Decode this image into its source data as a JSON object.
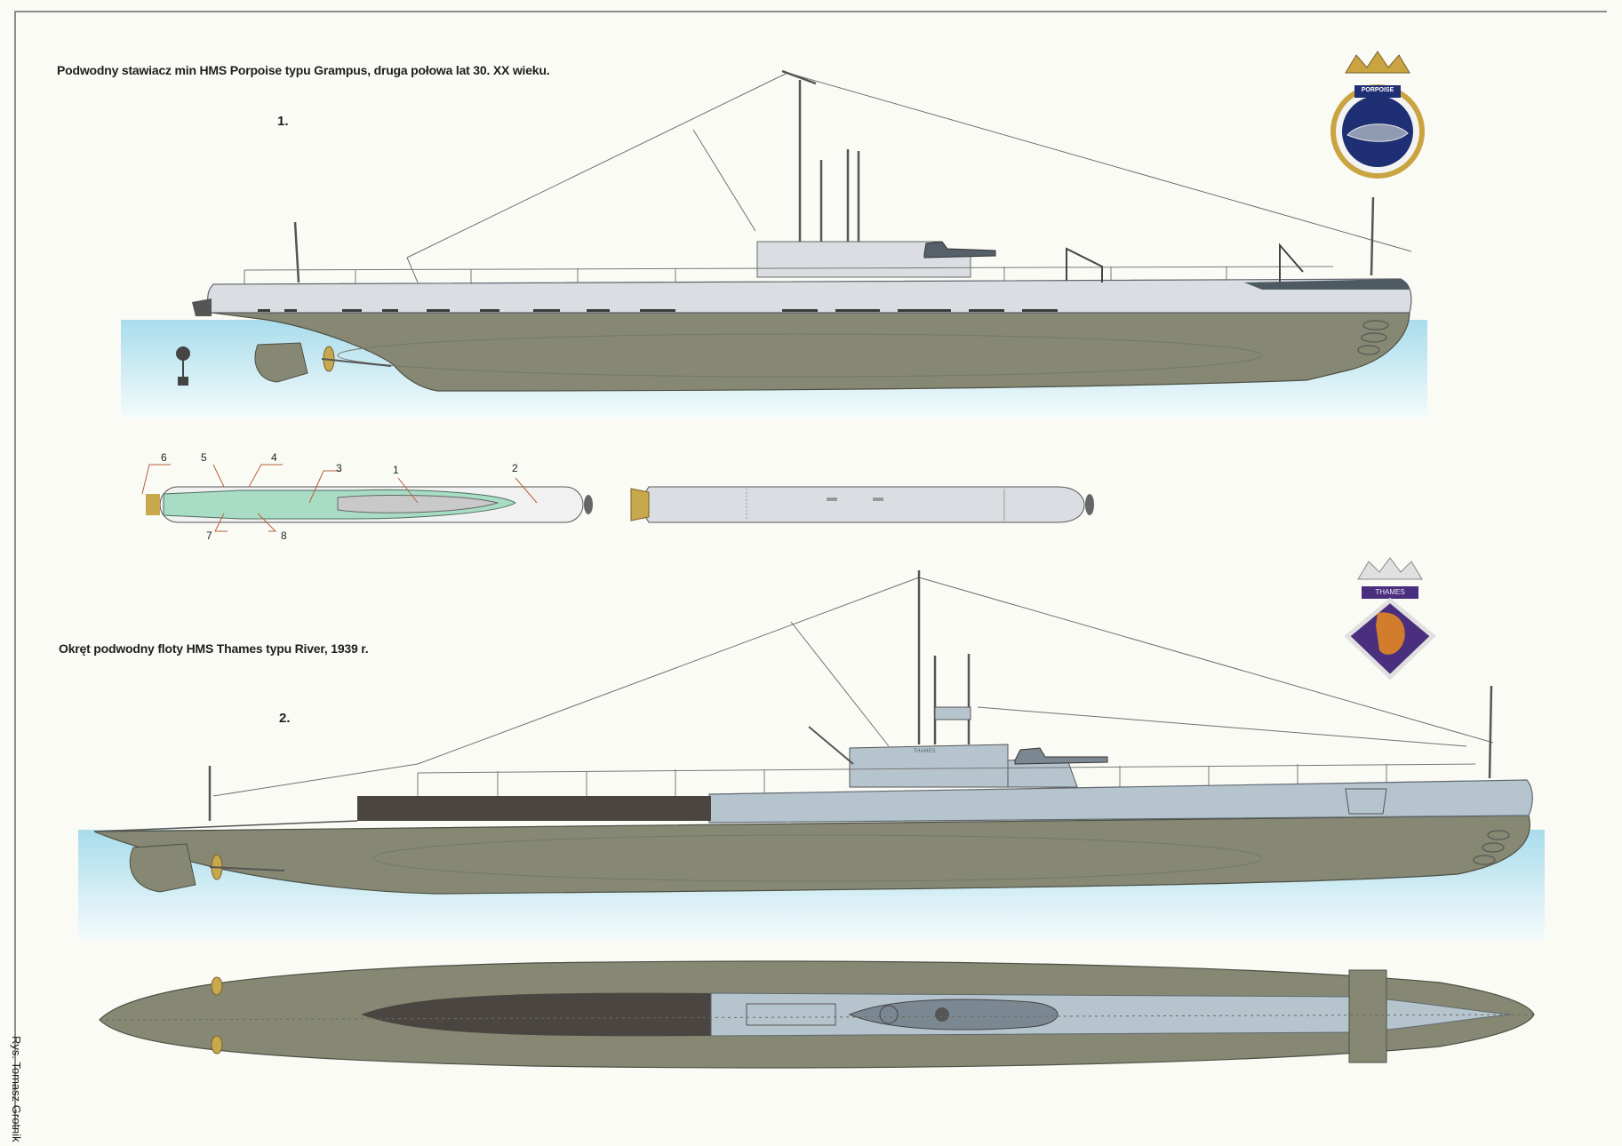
{
  "figure1": {
    "caption": "Podwodny stawiacz min HMS Porpoise typu Grampus, druga połowa lat 30. XX wieku.",
    "number": "1.",
    "badge_text": "PORPOISE"
  },
  "figure2": {
    "caption": "Okręt podwodny floty HMS Thames typu River, 1939 r.",
    "number": "2.",
    "badge_text": "THAMES",
    "hull_marking": "THAMES"
  },
  "mine_callouts": [
    "6",
    "5",
    "4",
    "3",
    "1",
    "2",
    "7",
    "8"
  ],
  "credit": "Rys. Tomasz Grotnik",
  "colors": {
    "paper": "#fbfbf6",
    "hull_grey_green": "#868873",
    "upper_light_grey": "#dadee2",
    "upper_blue_grey": "#b6c4cd",
    "water": "#b3e2ee",
    "dark_deck": "#4a4540",
    "badge_navy": "#1f2f73",
    "badge_purple": "#4a2f7e",
    "callout_line": "#b6603a"
  }
}
